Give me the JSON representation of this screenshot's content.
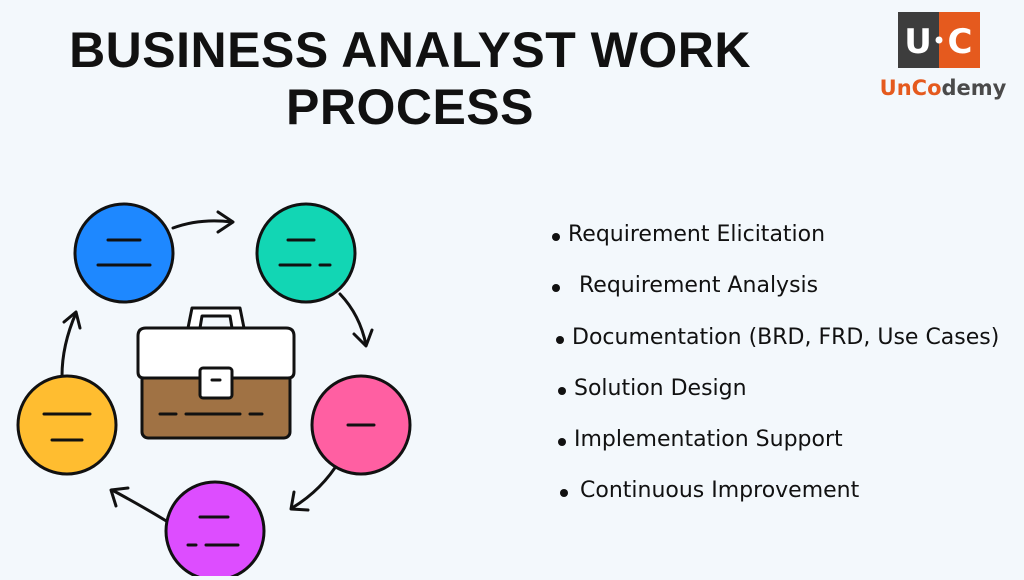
{
  "title_line1": "BUSINESS ANALYST WORK",
  "title_line2": "PROCESS",
  "logo": {
    "letter_left": "U",
    "letter_right": "C",
    "text_un": "Un",
    "text_co": "Co",
    "text_demy": "demy",
    "colors": {
      "dark": "#3d3d3d",
      "orange": "#e55a1e"
    }
  },
  "steps": [
    "Requirement Elicitation",
    " Requirement Analysis",
    "Documentation (BRD, FRD, Use Cases)",
    "Solution Design",
    "Implementation Support",
    "Continuous Improvement"
  ],
  "cycle_colors": [
    "#1e88ff",
    "#12d6b4",
    "#ff5fa2",
    "#dd4dff",
    "#ffbd30"
  ],
  "briefcase_colors": {
    "top": "#ffffff",
    "body": "#a07244",
    "outline": "#111111"
  }
}
